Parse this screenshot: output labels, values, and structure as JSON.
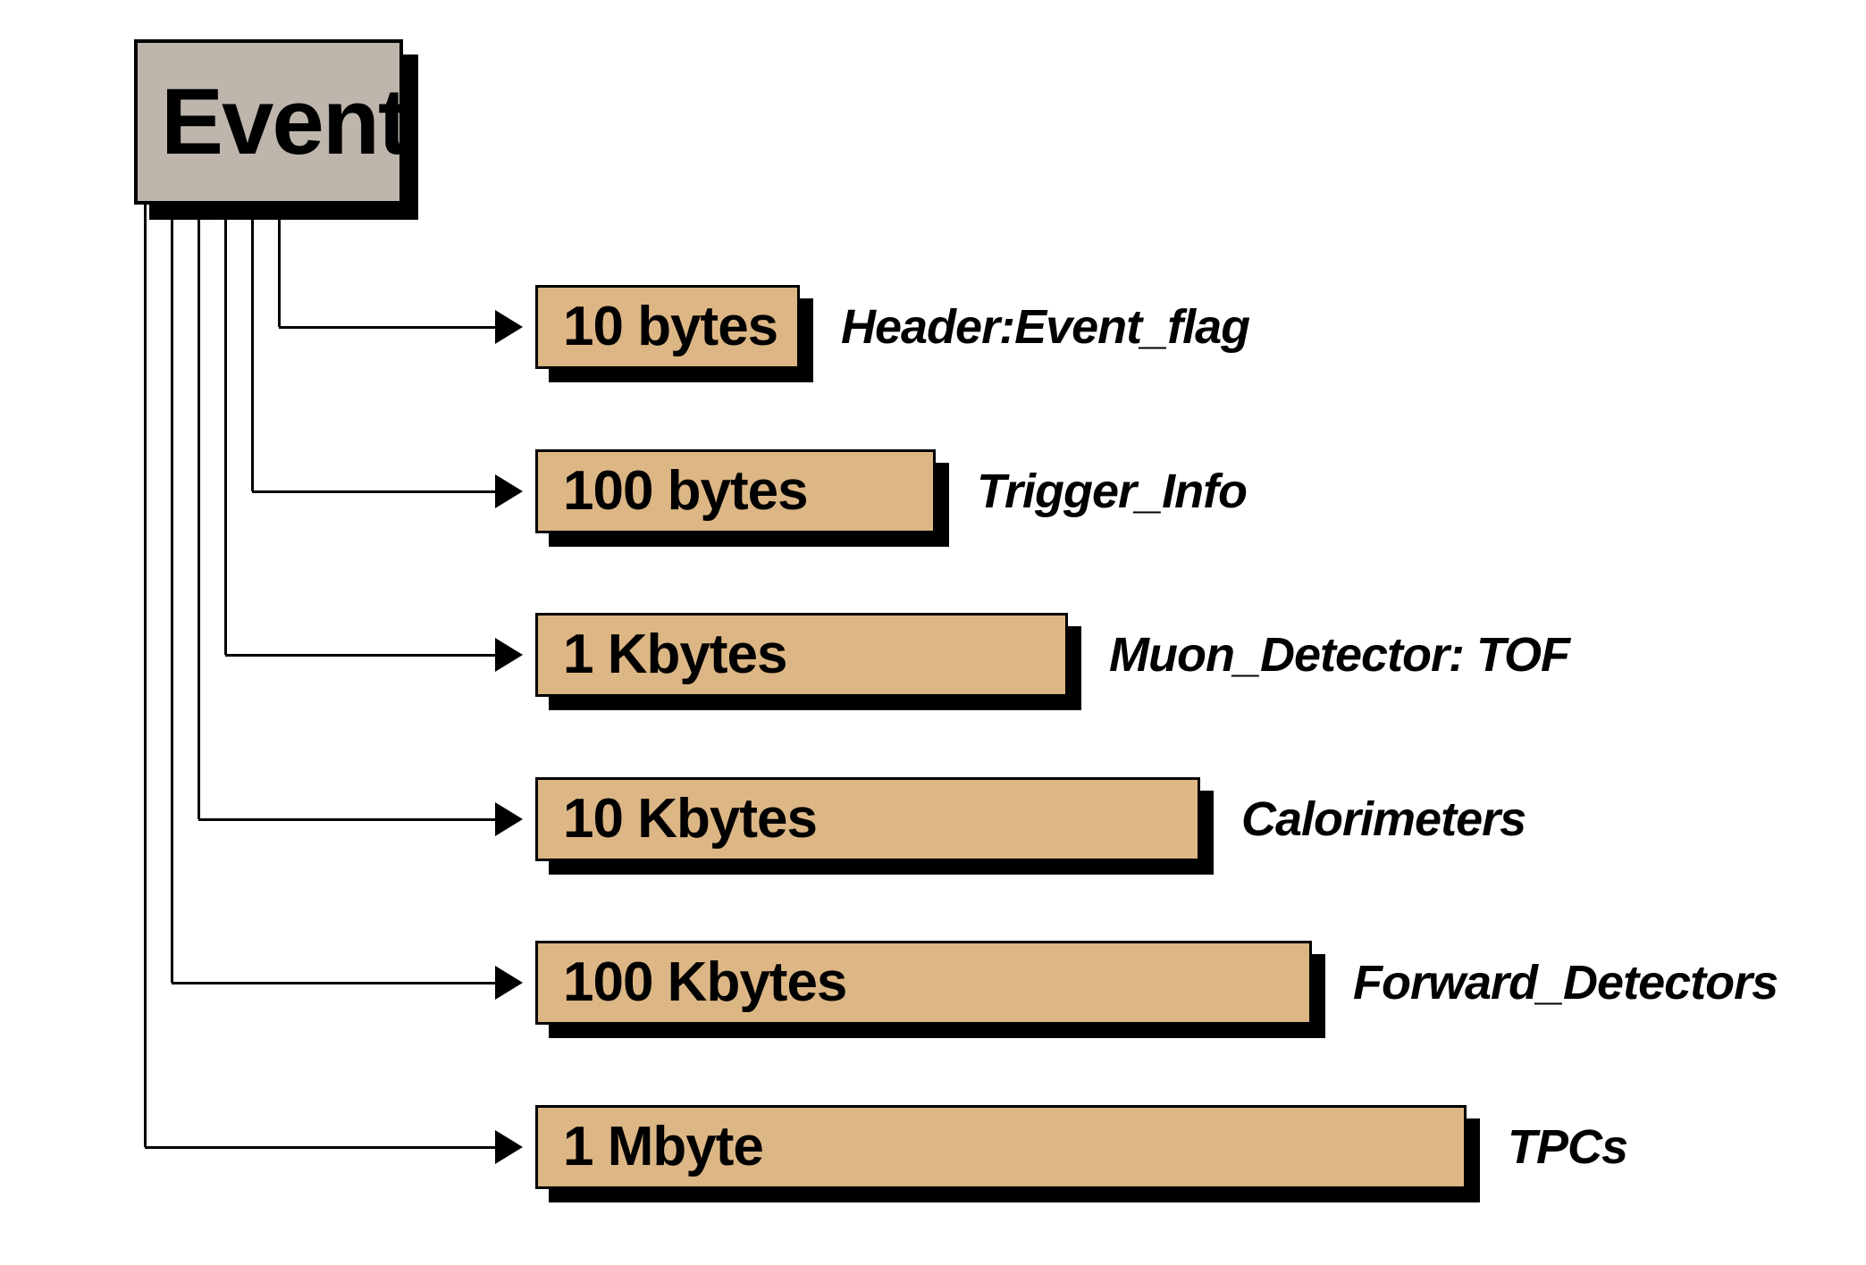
{
  "diagram": {
    "title_box": {
      "label": "Event"
    },
    "colors": {
      "box_fill": "#DDB685",
      "event_fill": "#BEB5AC",
      "outline": "#000000",
      "background": "#FFFFFF"
    },
    "rows": [
      {
        "size": "10 bytes",
        "label": "Header:Event_flag"
      },
      {
        "size": "100 bytes",
        "label": "Trigger_Info"
      },
      {
        "size": "1 Kbytes",
        "label": "Muon_Detector: TOF"
      },
      {
        "size": "10 Kbytes",
        "label": "Calorimeters"
      },
      {
        "size": "100 Kbytes",
        "label": "Forward_Detectors"
      },
      {
        "size": "1 Mbyte",
        "label": "TPCs"
      }
    ]
  }
}
